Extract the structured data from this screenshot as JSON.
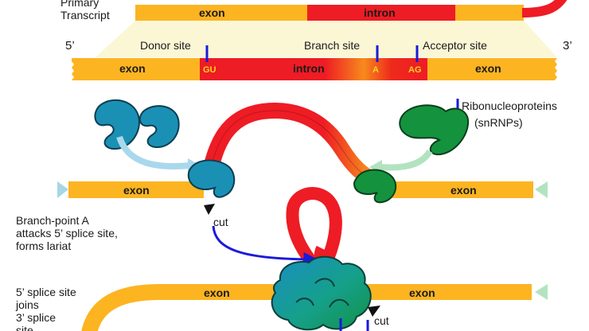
{
  "labels": {
    "primary_transcript_line1": "Primary",
    "primary_transcript_line2": "Transcript",
    "five_prime": "5’",
    "three_prime": "3’",
    "exon": "exon",
    "intron": "intron",
    "donor_site": "Donor site",
    "branch_site": "Branch site",
    "acceptor_site": "Acceptor site",
    "gu": "GU",
    "a": "A",
    "ag": "AG",
    "rnp_line1": "Ribonucleoproteins",
    "rnp_line2": "(snRNPs)",
    "cut": "cut",
    "branch_point_line1": "Branch-point A",
    "branch_point_line2": "attacks 5’ splice site,",
    "branch_point_line3": "forms lariat",
    "splice_line1": "5’ splice site",
    "splice_line2": "joins",
    "splice_line3": "3’ splice",
    "splice_line4": "site"
  },
  "colors": {
    "exon": "#fcb421",
    "intron": "#ee1c24",
    "snrnp_blue": "#1b90b5",
    "snrnp_green": "#14923d",
    "pointer_blue": "#1a1adc",
    "arrow_blue": "#a9d8ec",
    "arrow_green": "#b2e3c0",
    "highlight": "#fbf6d4"
  }
}
